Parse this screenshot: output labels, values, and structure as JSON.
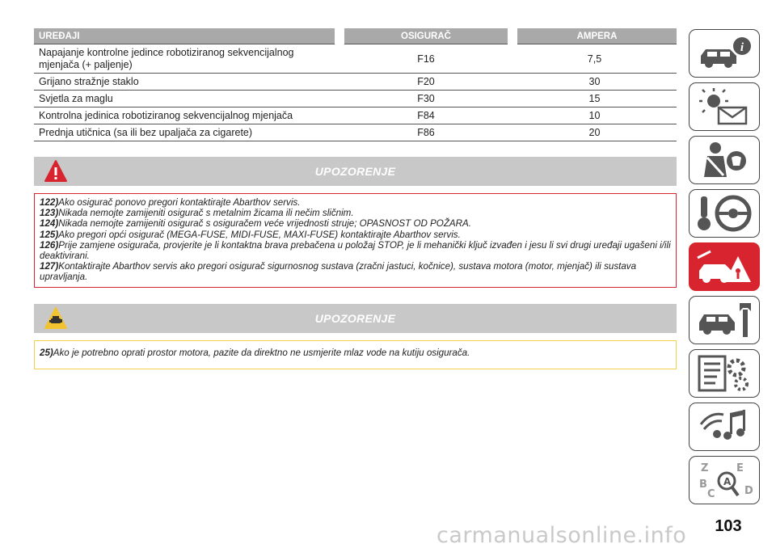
{
  "table": {
    "headers": [
      "UREĐAJI",
      "OSIGURAČ",
      "AMPERA"
    ],
    "rows": [
      {
        "device": "Napajanje kontrolne jedince robotiziranog sekvencijalnog mjenjača (+ paljenje)",
        "fuse": "F16",
        "ampere": "7,5"
      },
      {
        "device": "Grijano stražnje staklo",
        "fuse": "F20",
        "ampere": "30"
      },
      {
        "device": "Svjetla za maglu",
        "fuse": "F30",
        "ampere": "15"
      },
      {
        "device": "Kontrolna jedinica robotiziranog sekvencijalnog mjenjača",
        "fuse": "F84",
        "ampere": "10"
      },
      {
        "device": "Prednja utičnica (sa ili bez upaljača za cigarete)",
        "fuse": "F86",
        "ampere": "20"
      }
    ]
  },
  "warning_red": {
    "title": "UPOZORENJE",
    "items": [
      {
        "num": "122)",
        "text": "Ako osigurač ponovo pregori kontaktirajte Abarthov servis."
      },
      {
        "num": "123)",
        "text": "Nikada nemojte zamijeniti osigurač s metalnim žicama ili nečim sličnim."
      },
      {
        "num": "124)",
        "text": "Nikada nemojte zamijeniti osigurač s osiguračem veće vrijednosti struje; OPASNOST OD POŽARA."
      },
      {
        "num": "125)",
        "text": "Ako pregori opći osigurač (MEGA-FUSE, MIDI-FUSE, MAXI-FUSE) kontaktirajte Abarthov servis."
      },
      {
        "num": "126)",
        "text": "Prije zamjene osigurača, provjerite je li kontaktna brava prebačena u položaj STOP, je li mehanički ključ izvađen i jesu li svi drugi uređaji ugašeni i/ili deaktivirani."
      },
      {
        "num": "127)",
        "text": "Kontaktirajte Abarthov servis ako pregori osigurač sigurnosnog sustava (zračni jastuci, kočnice), sustava motora (motor, mjenjač) ili sustava upravljanja."
      }
    ]
  },
  "warning_yellow": {
    "title": "UPOZORENJE",
    "items": [
      {
        "num": "25)",
        "text": "Ako je potrebno oprati prostor motora, pazite da direktno ne usmjerite mlaz vode na kutiju osigurača."
      }
    ]
  },
  "side_tabs": [
    {
      "icon": "car-info-icon",
      "active": false
    },
    {
      "icon": "lights-mail-icon",
      "active": false
    },
    {
      "icon": "seat-belt-icon",
      "active": false
    },
    {
      "icon": "steering-key-icon",
      "active": false
    },
    {
      "icon": "car-breakdown-icon",
      "active": true
    },
    {
      "icon": "car-wrench-icon",
      "active": false
    },
    {
      "icon": "document-gears-icon",
      "active": false
    },
    {
      "icon": "signal-music-icon",
      "active": false
    },
    {
      "icon": "alphabet-search-icon",
      "active": false
    }
  ],
  "page_number": "103",
  "watermark": "carmanualsonline.info",
  "colors": {
    "red": "#d8242f",
    "yellow": "#f2d14e",
    "header_gray": "#a9a9a9"
  }
}
